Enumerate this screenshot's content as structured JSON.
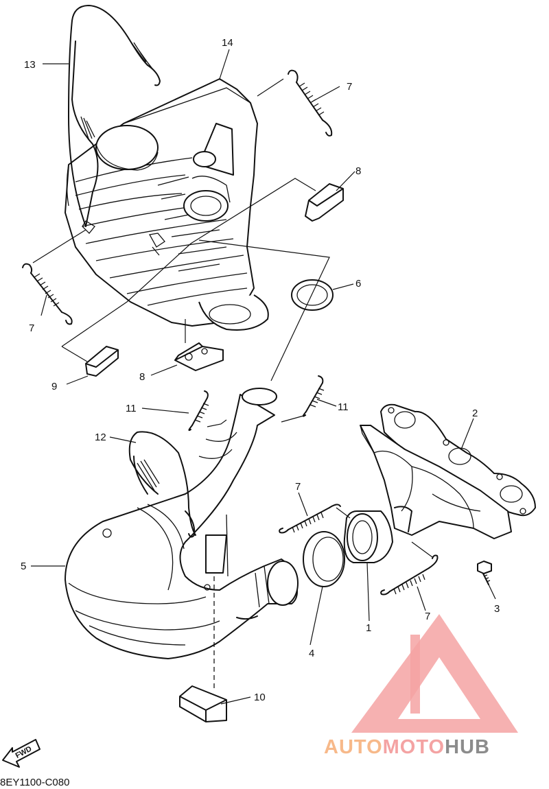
{
  "diagram": {
    "drawing_code": "8EY1100-C080",
    "fwd_label": "FWD",
    "callouts": [
      "1",
      "2",
      "3",
      "4",
      "5",
      "6",
      "7",
      "7",
      "7",
      "7",
      "8",
      "8",
      "9",
      "10",
      "11",
      "11",
      "12",
      "13",
      "14"
    ]
  },
  "watermark": {
    "part1": "AUTO",
    "part2": "MOTO",
    "part3": "HUB",
    "colors": {
      "triangle": "#f4a3a3",
      "auto": "#f7b98a",
      "moto": "#f4a3a3",
      "hub": "#8c8c8c"
    }
  }
}
